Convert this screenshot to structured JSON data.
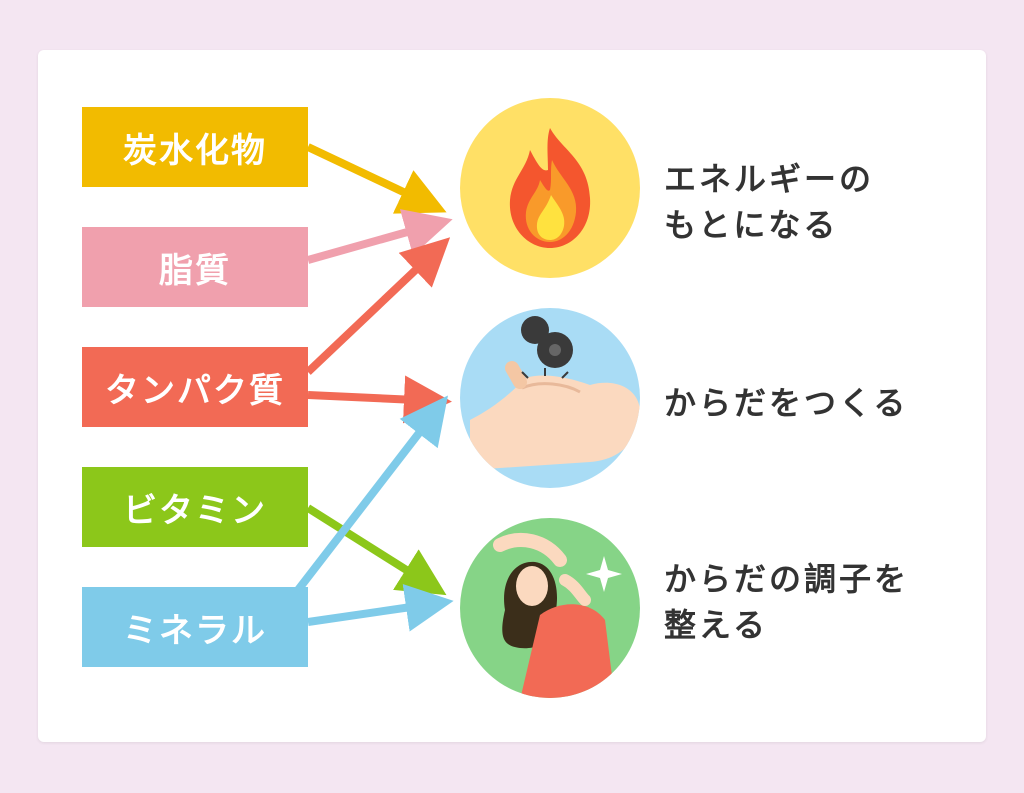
{
  "nutrients": [
    {
      "label": "炭水化物",
      "color": "#f2bb00"
    },
    {
      "label": "脂質",
      "color": "#f0a0ad"
    },
    {
      "label": "タンパク質",
      "color": "#f26a55"
    },
    {
      "label": "ビタミン",
      "color": "#8cc71a"
    },
    {
      "label": "ミネラル",
      "color": "#7fcbe9"
    }
  ],
  "effects": [
    {
      "line1": "エネルギーの",
      "line2": "もとになる",
      "icon": "fire-icon",
      "bg": "#ffe066"
    },
    {
      "line1": "からだをつくる",
      "line2": "",
      "icon": "muscle-icon",
      "bg": "#a9dcf5"
    },
    {
      "line1": "からだの調子を",
      "line2": "整える",
      "icon": "stretching-woman-icon",
      "bg": "#86d487"
    }
  ]
}
